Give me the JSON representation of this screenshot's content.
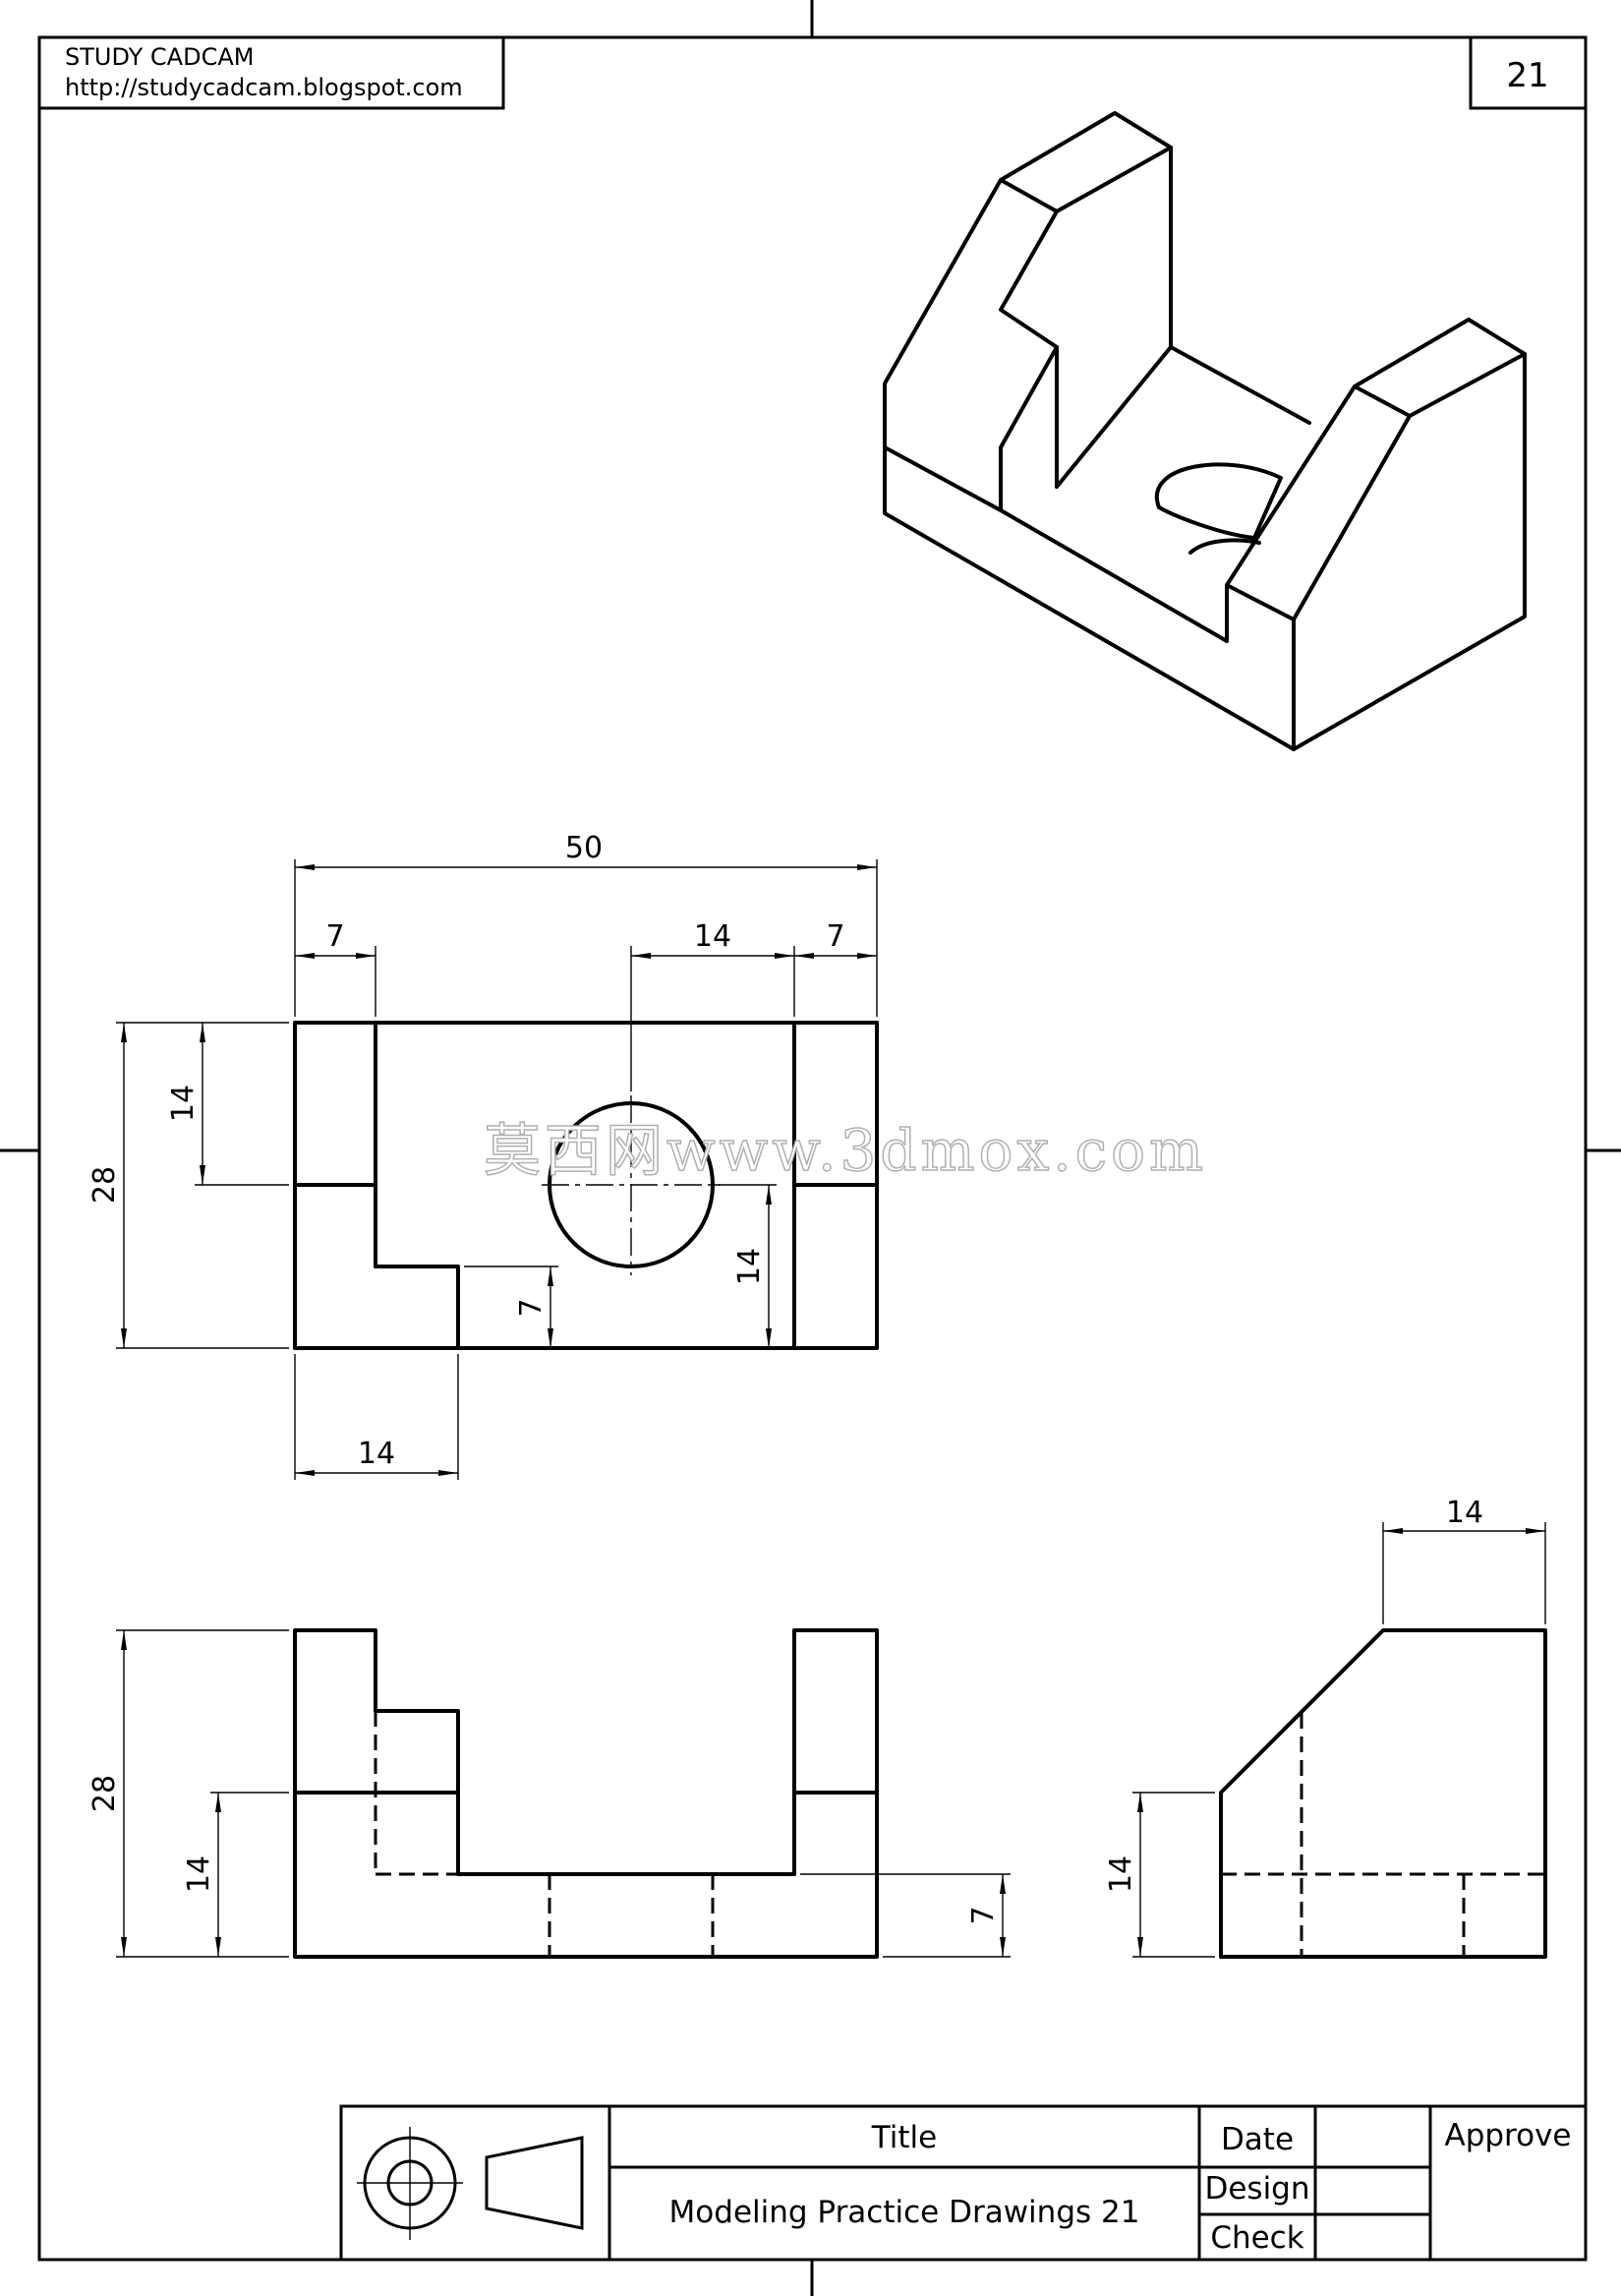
{
  "header": {
    "brand": "STUDY CADCAM",
    "url": "http://studycadcam.blogspot.com",
    "sheet_number": "21"
  },
  "dimensions": {
    "top_overall_width": "50",
    "top_left_7": "7",
    "top_hole_14": "14",
    "top_right_7": "7",
    "top_height_28": "28",
    "top_left_14": "14",
    "top_bottom_14": "14",
    "top_step_7": "7",
    "top_hole_height_14": "14",
    "front_height_28": "28",
    "front_height_14": "14",
    "front_slot_7": "7",
    "side_width_14": "14",
    "side_height_14": "14"
  },
  "watermark": "莫西网www.3dmox.com",
  "title_block": {
    "title_label": "Title",
    "title_value": "Modeling Practice Drawings 21",
    "date_label": "Date",
    "design_label": "Design",
    "check_label": "Check",
    "approve_label": "Approve"
  }
}
